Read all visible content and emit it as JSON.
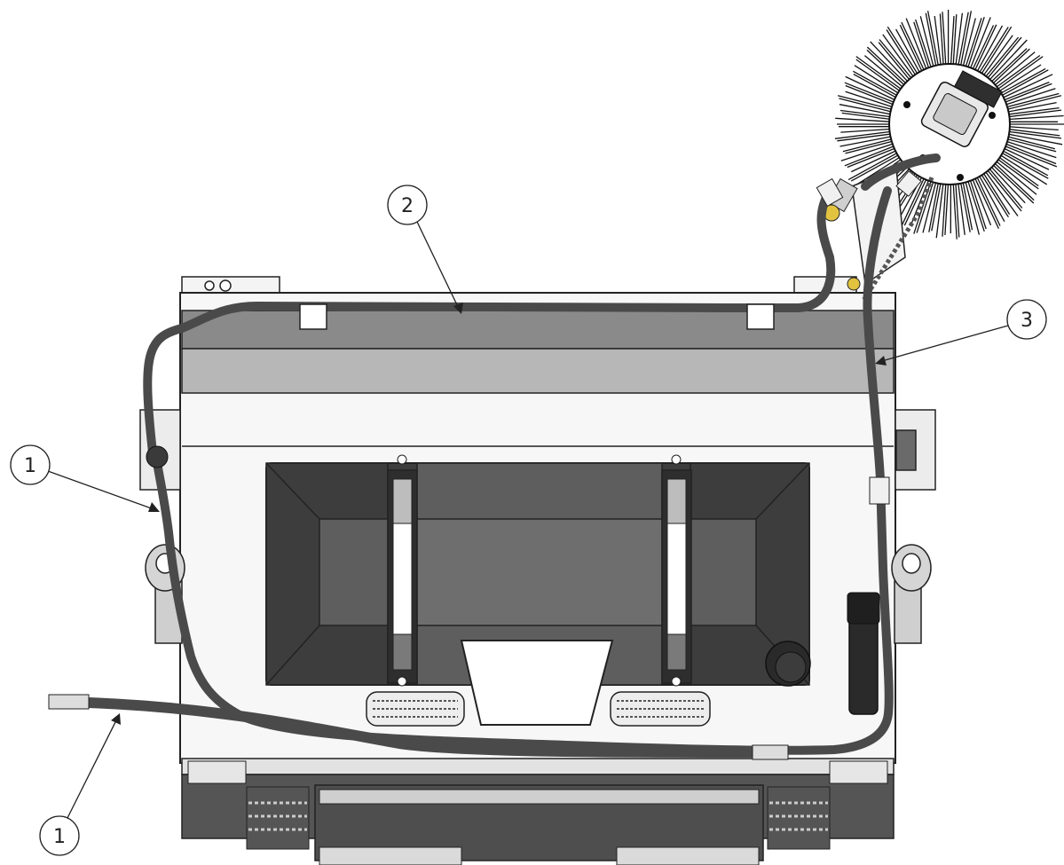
{
  "callouts": [
    {
      "id": "hose-left-upper",
      "label": "1"
    },
    {
      "id": "hose-top",
      "label": "2"
    },
    {
      "id": "hose-right",
      "label": "3"
    },
    {
      "id": "hose-left-lower",
      "label": "1"
    }
  ],
  "colors": {
    "hose": "#4a4a4a",
    "hose_highlight": "#7a7a7a",
    "hopper_dark": "#3d3d3d",
    "hopper_mid": "#5e5e5e",
    "hopper_light": "#6e6e6e",
    "band_dark": "#8a8a8a",
    "band_light": "#b7b7b7",
    "frame_light": "#ededed",
    "frame_bottom": "#555555"
  }
}
